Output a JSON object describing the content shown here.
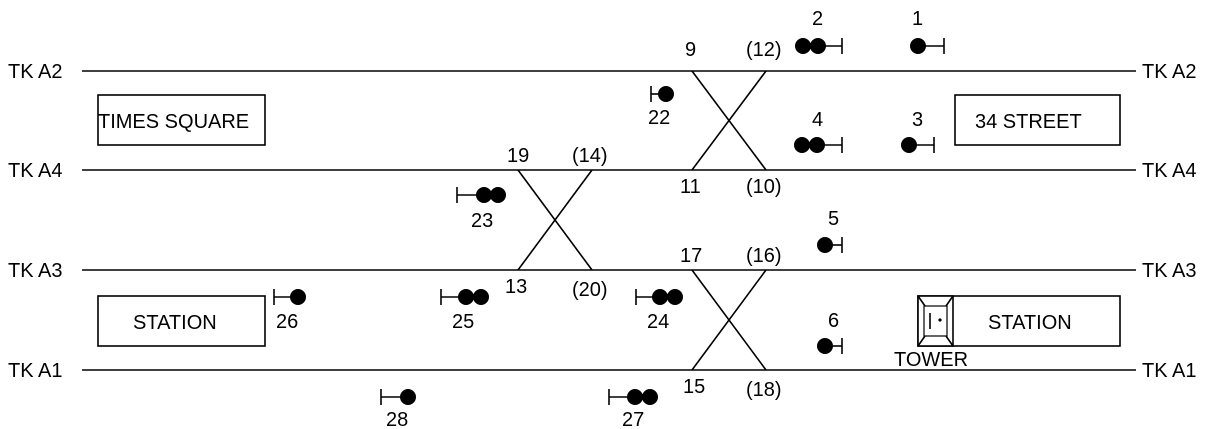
{
  "tracks": [
    {
      "id": "a2",
      "label": "TK A2"
    },
    {
      "id": "a4",
      "label": "TK A4"
    },
    {
      "id": "a3",
      "label": "TK A3"
    },
    {
      "id": "a1",
      "label": "TK A1"
    }
  ],
  "boxes": {
    "times_square": "TIMES SQUARE",
    "street34": "34 STREET",
    "station_left": "STATION",
    "station_right": "STATION",
    "tower": "TOWER"
  },
  "switch_labels": {
    "s9": "9",
    "s12": "(12)",
    "s11": "11",
    "s10": "(10)",
    "s19": "19",
    "s14": "(14)",
    "s13": "13",
    "s20": "(20)",
    "s17": "17",
    "s16": "(16)",
    "s15": "15",
    "s18": "(18)"
  },
  "signal_labels": {
    "sig1": "1",
    "sig2": "2",
    "sig3": "3",
    "sig4": "4",
    "sig5": "5",
    "sig6": "6",
    "sig22": "22",
    "sig23": "23",
    "sig24": "24",
    "sig25": "25",
    "sig26": "26",
    "sig27": "27",
    "sig28": "28"
  }
}
